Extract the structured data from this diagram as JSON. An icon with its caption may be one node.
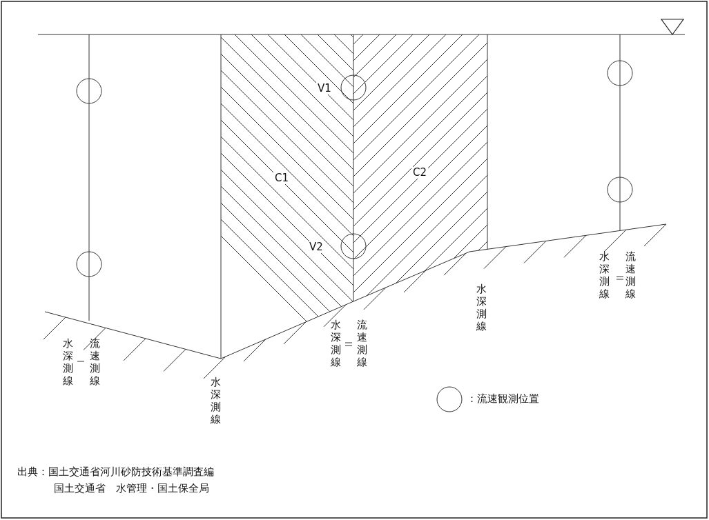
{
  "diagram": {
    "labels": [
      "V1",
      "C1",
      "C2",
      "V2",
      "水深測線",
      "流速測線",
      "水深測線",
      "水深測線",
      "流速測線",
      "水深測線",
      "水深測線",
      "流速測線",
      "出典：国土交通省河川砂防技術基準調査編",
      "国土交通省　水管理・国土保全局"
    ],
    "legend": [
      {
        "text": "：流速観測位置"
      }
    ]
  }
}
